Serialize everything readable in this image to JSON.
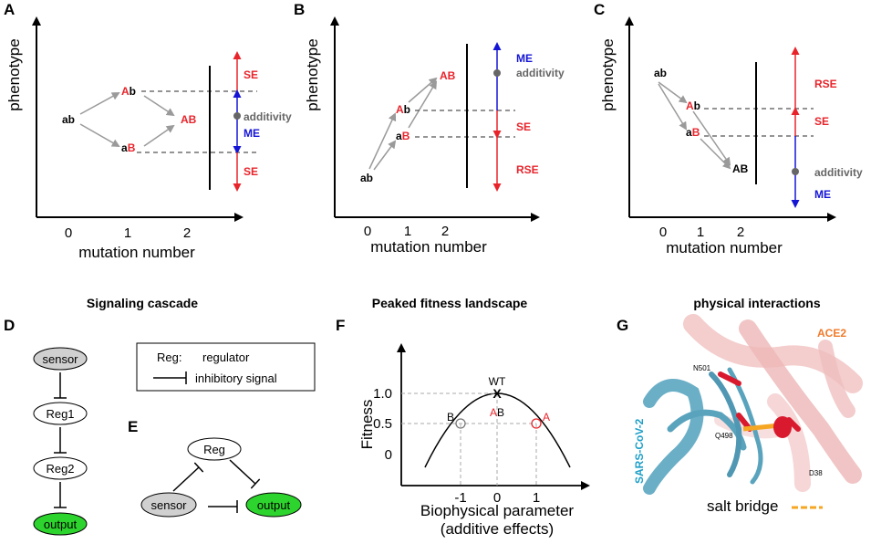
{
  "panels": {
    "A": {
      "letter": "A",
      "ylabel": "phenotype",
      "xlabel": "mutation number",
      "ticks": [
        "0",
        "1",
        "2"
      ],
      "genotypes": {
        "ab": "ab",
        "Ab_A": "A",
        "Ab_b": "b",
        "aB_a": "a",
        "aB_B": "B",
        "AB": "AB"
      },
      "effects": {
        "SE_top": "SE",
        "additivity": "additivity",
        "ME": "ME",
        "SE_bottom": "SE"
      }
    },
    "B": {
      "letter": "B",
      "ylabel": "phenotype",
      "xlabel": "mutation number",
      "ticks": [
        "0",
        "1",
        "2"
      ],
      "genotypes": {
        "ab": "ab",
        "Ab_A": "A",
        "Ab_b": "b",
        "aB_a": "a",
        "aB_B": "B",
        "AB": "AB"
      },
      "effects": {
        "ME": "ME",
        "additivity": "additivity",
        "SE": "SE",
        "RSE": "RSE"
      }
    },
    "C": {
      "letter": "C",
      "ylabel": "phenotype",
      "xlabel": "mutation number",
      "ticks": [
        "0",
        "1",
        "2"
      ],
      "genotypes": {
        "ab": "ab",
        "Ab_A": "A",
        "Ab_b": "b",
        "aB_a": "a",
        "aB_B": "B",
        "AB": "AB"
      },
      "effects": {
        "RSE": "RSE",
        "SE": "SE",
        "additivity": "additivity",
        "ME": "ME"
      }
    },
    "D": {
      "letter": "D",
      "title": "Signaling cascade",
      "nodes": [
        "sensor",
        "Reg1",
        "Reg2",
        "output"
      ],
      "legend": {
        "reg_key": "Reg:",
        "reg_value": "regulator",
        "inhibit": "inhibitory signal"
      }
    },
    "E": {
      "letter": "E",
      "nodes": {
        "reg": "Reg",
        "sensor": "sensor",
        "output": "output"
      }
    },
    "F": {
      "letter": "F",
      "title": "Peaked fitness landscape",
      "ylabel": "Fitness",
      "xlabel_1": "Biophysical parameter",
      "xlabel_2": "(additive effects)",
      "yticks": [
        "1.0",
        "0.5",
        "0"
      ],
      "xticks": [
        "-1",
        "0",
        "1"
      ],
      "points": {
        "WT": "WT",
        "X": "X",
        "B": "B",
        "A": "A",
        "AB_A": "A",
        "AB_B": "B"
      }
    },
    "G": {
      "letter": "G",
      "title": "physical interactions",
      "labels": {
        "ACE2": "ACE2",
        "N501": "N501",
        "Q498": "Q498",
        "D38": "D38",
        "sars": "SARS-CoV-2",
        "salt_bridge": "salt bridge"
      }
    }
  },
  "colors": {
    "red": "#e8242b",
    "blue": "#1515d6",
    "grey": "#9a9a9a",
    "green": "#2ed42e",
    "sensor_grey": "#d0d0d0",
    "ace2": "#f07a2a",
    "sars": "#1fa0c8",
    "orange": "#f5a623"
  }
}
